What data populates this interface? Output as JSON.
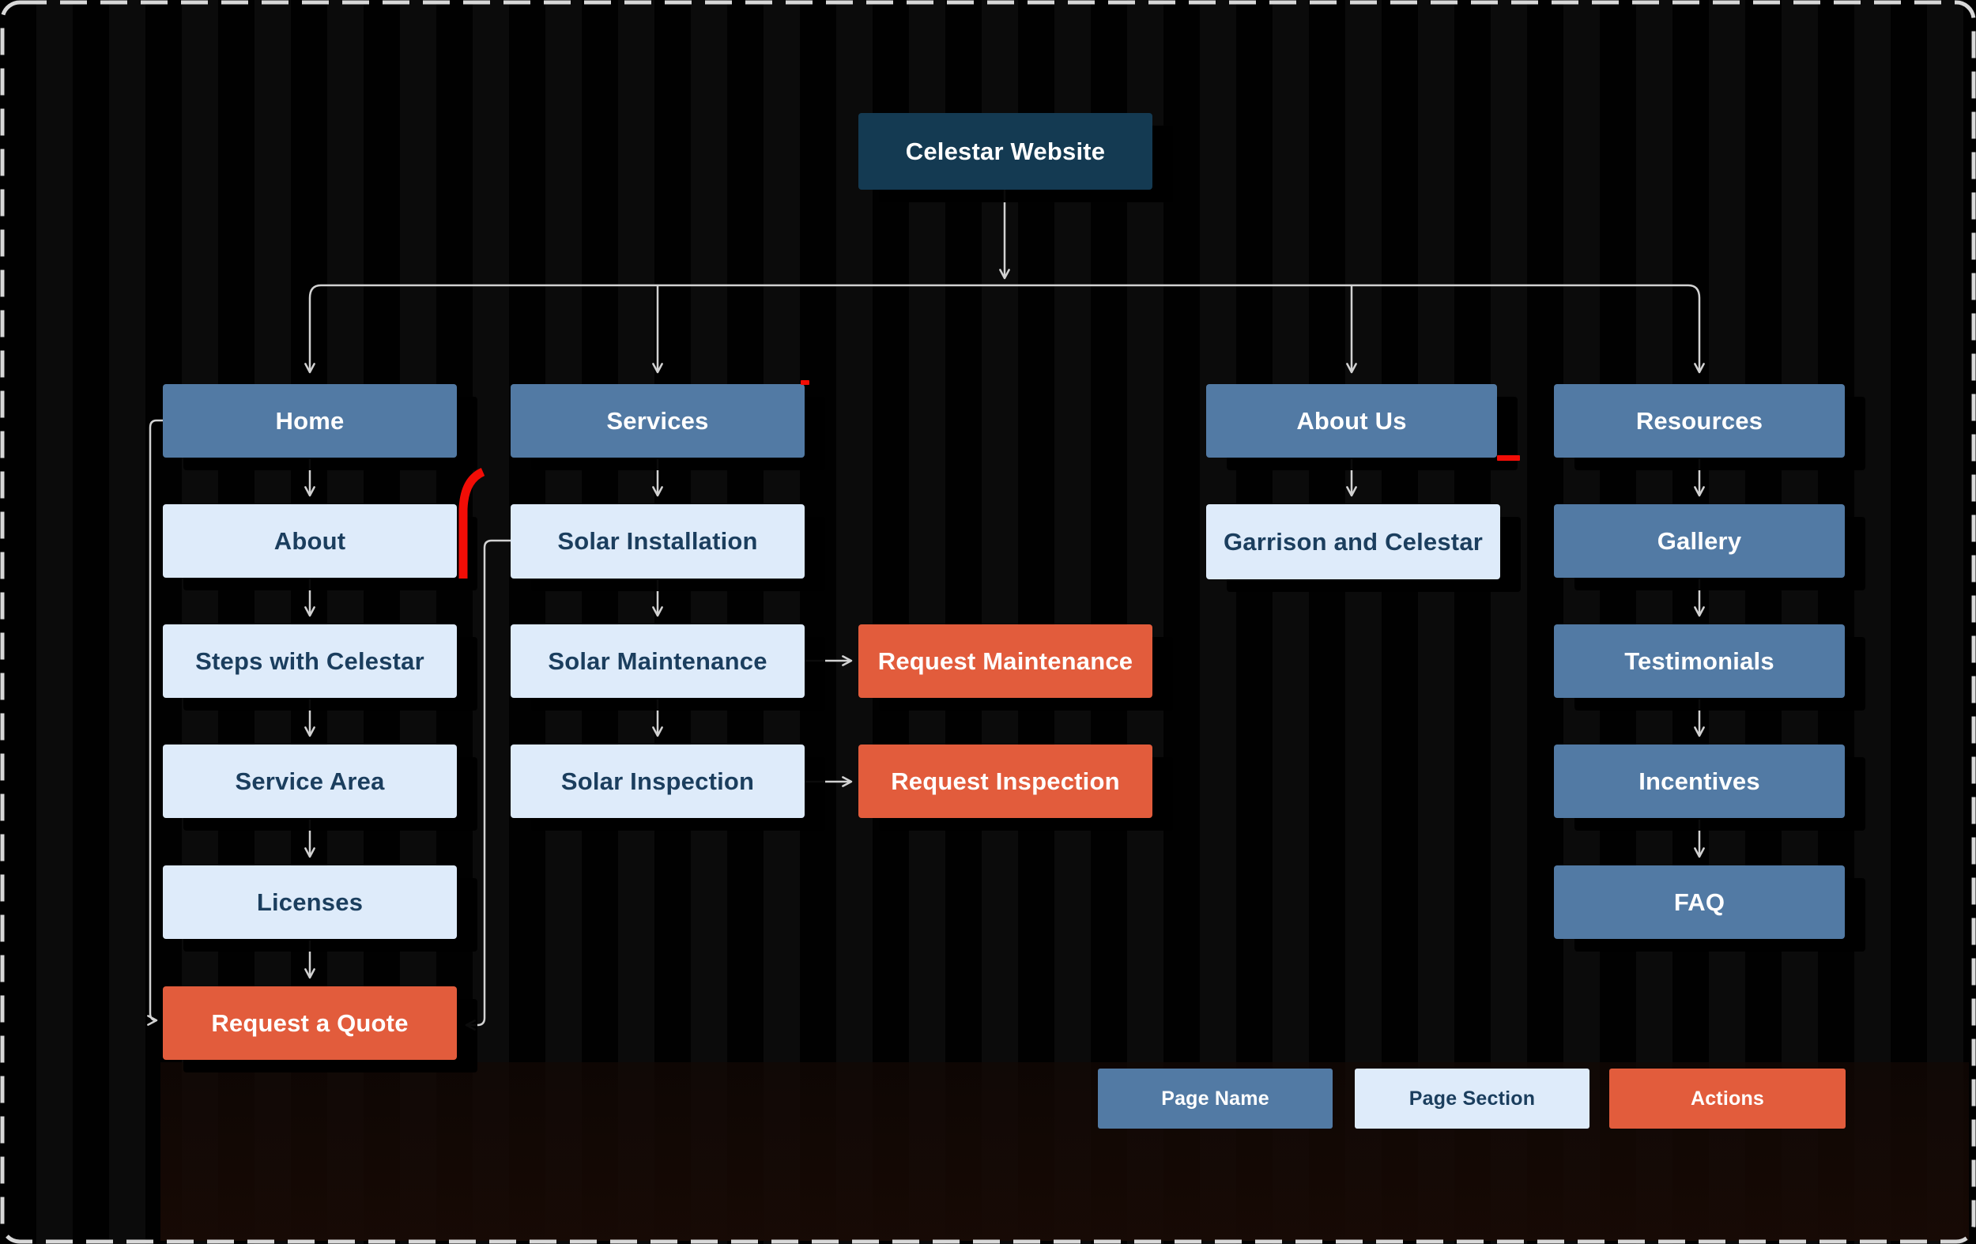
{
  "nodes": {
    "root": {
      "label": "Celestar Website",
      "type": "root"
    },
    "home": {
      "label": "Home",
      "type": "page"
    },
    "services": {
      "label": "Services",
      "type": "page"
    },
    "about_us": {
      "label": "About Us",
      "type": "page"
    },
    "resources": {
      "label": "Resources",
      "type": "page"
    },
    "about": {
      "label": "About",
      "type": "section"
    },
    "steps": {
      "label": "Steps with Celestar",
      "type": "section"
    },
    "service_area": {
      "label": "Service Area",
      "type": "section"
    },
    "licenses": {
      "label": "Licenses",
      "type": "section"
    },
    "request_quote": {
      "label": "Request a Quote",
      "type": "action"
    },
    "solar_installation": {
      "label": "Solar Installation",
      "type": "section"
    },
    "solar_maintenance": {
      "label": "Solar Maintenance",
      "type": "section"
    },
    "solar_inspection": {
      "label": "Solar Inspection",
      "type": "section"
    },
    "request_maintenance": {
      "label": "Request Maintenance",
      "type": "action"
    },
    "request_inspection": {
      "label": "Request Inspection",
      "type": "action"
    },
    "garrison": {
      "label": "Garrison and Celestar",
      "type": "section"
    },
    "gallery": {
      "label": "Gallery",
      "type": "page"
    },
    "testimonials": {
      "label": "Testimonials",
      "type": "page"
    },
    "incentives": {
      "label": "Incentives",
      "type": "page"
    },
    "faq": {
      "label": "FAQ",
      "type": "page"
    }
  },
  "legend": {
    "page_name": {
      "label": "Page Name",
      "type": "page"
    },
    "page_section": {
      "label": "Page Section",
      "type": "section"
    },
    "actions": {
      "label": "Actions",
      "type": "action"
    }
  },
  "edges": [
    {
      "from": "root",
      "to": "home"
    },
    {
      "from": "root",
      "to": "services"
    },
    {
      "from": "root",
      "to": "about_us"
    },
    {
      "from": "root",
      "to": "resources"
    },
    {
      "from": "home",
      "to": "about"
    },
    {
      "from": "about",
      "to": "steps"
    },
    {
      "from": "steps",
      "to": "service_area"
    },
    {
      "from": "service_area",
      "to": "licenses"
    },
    {
      "from": "licenses",
      "to": "request_quote"
    },
    {
      "from": "home",
      "to": "request_quote"
    },
    {
      "from": "services",
      "to": "solar_installation"
    },
    {
      "from": "solar_installation",
      "to": "solar_maintenance"
    },
    {
      "from": "solar_maintenance",
      "to": "solar_inspection"
    },
    {
      "from": "solar_maintenance",
      "to": "request_maintenance"
    },
    {
      "from": "solar_inspection",
      "to": "request_inspection"
    },
    {
      "from": "solar_installation",
      "to": "request_quote"
    },
    {
      "from": "about_us",
      "to": "garrison"
    },
    {
      "from": "resources",
      "to": "gallery"
    },
    {
      "from": "gallery",
      "to": "testimonials"
    },
    {
      "from": "testimonials",
      "to": "incentives"
    },
    {
      "from": "incentives",
      "to": "faq"
    }
  ],
  "colors": {
    "node_root": "#143A52",
    "node_page": "#527AA4",
    "node_section": "#DEEBFA",
    "node_action": "#E25C3C",
    "text_on_dark": "#FFFFFF",
    "text_on_light": "#1B3E5E",
    "edge": "#D2D2D2",
    "red_mark": "#F20D06",
    "dashed_border": "#D8D8D8"
  }
}
